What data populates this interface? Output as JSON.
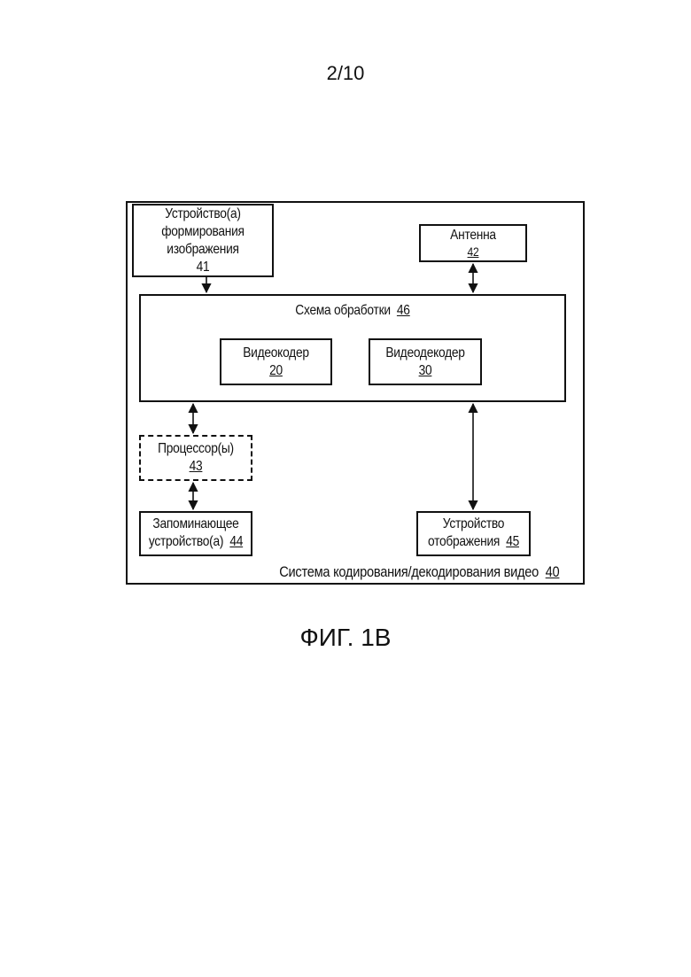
{
  "page_number": "2/10",
  "figure_label": "ФИГ. 1В",
  "system": {
    "label": "Система кодирования/декодирования видео",
    "ref": "40"
  },
  "imaging_device": {
    "lines": [
      "Устройство(а)",
      "формирования",
      "изображения"
    ],
    "ref": "41"
  },
  "antenna": {
    "label": "Антенна",
    "ref": "42"
  },
  "processing_circuit": {
    "label": "Схема обработки",
    "ref": "46"
  },
  "video_encoder": {
    "label": "Видеокодер",
    "ref": "20"
  },
  "video_decoder": {
    "label": "Видеодекодер",
    "ref": "30"
  },
  "processors": {
    "label": "Процессор(ы)",
    "ref": "43"
  },
  "memory": {
    "lines": [
      "Запоминающее",
      "устройство(а)"
    ],
    "ref": "44"
  },
  "display": {
    "lines": [
      "Устройство",
      "отображения"
    ],
    "ref": "45"
  }
}
